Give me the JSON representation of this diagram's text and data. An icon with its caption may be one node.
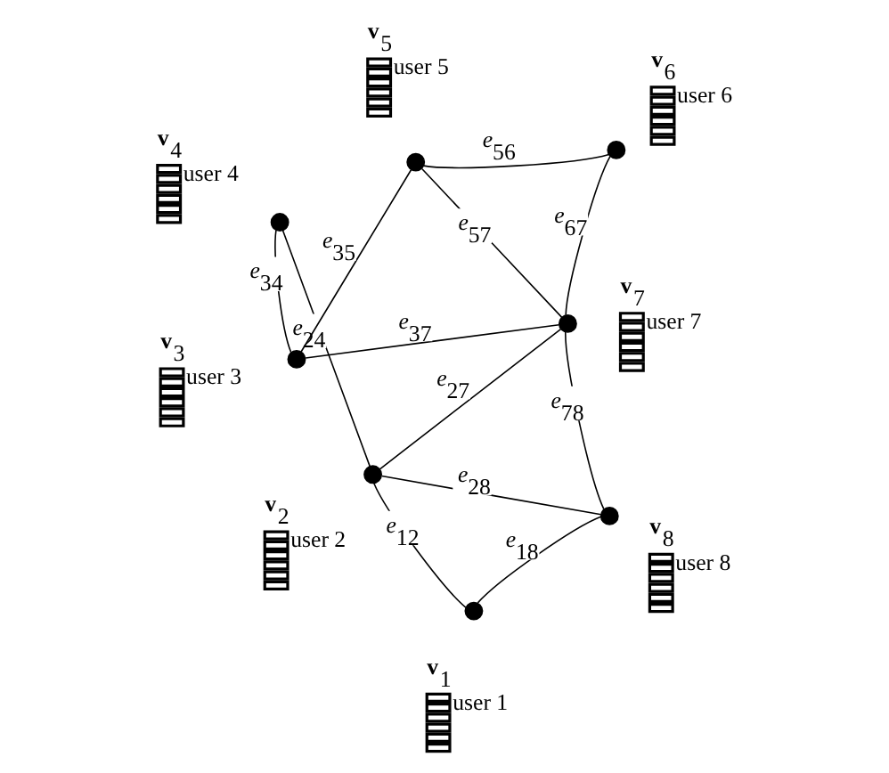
{
  "diagram": {
    "nodes": [
      {
        "text": [],
        "shape": "circle"
      },
      {
        "text": [],
        "shape": "circle"
      },
      {
        "text": [],
        "shape": "circle"
      },
      {
        "text": [],
        "shape": "circle"
      },
      {
        "text": [],
        "shape": "circle"
      },
      {
        "text": [],
        "shape": "circle"
      },
      {
        "text": [],
        "shape": "circle"
      },
      {
        "text": [],
        "shape": "circle"
      },
      {
        "text": [],
        "shape": "bar",
        "beside": [
          "**v**$_{1}$",
          "user 1"
        ]
      },
      {
        "text": [],
        "shape": "bar",
        "beside": [
          "**v**$_{2}$",
          "user 2"
        ]
      },
      {
        "text": [],
        "shape": "bar",
        "beside": [
          "**v**$_{3}$",
          "user 3"
        ]
      },
      {
        "text": [],
        "shape": "bar",
        "beside": [
          "**v**$_{4}$",
          "user 4"
        ]
      },
      {
        "text": [],
        "shape": "bar",
        "beside": [
          "**v**$_{5}$",
          "user 5"
        ]
      },
      {
        "text": [],
        "shape": "bar",
        "beside": [
          "**v**$_{6}$",
          "user 6"
        ]
      },
      {
        "text": [],
        "shape": "bar",
        "beside": [
          "**v**$_{7}$",
          "user 7"
        ]
      },
      {
        "text": [],
        "shape": "bar",
        "beside": [
          "**v**$_{8}$",
          "user 8"
        ]
      }
    ],
    "edges": [
      {
        "from": 0,
        "to": 1,
        "arrow": "none",
        "label": "*e*$_{12}$"
      },
      {
        "from": 0,
        "to": 7,
        "arrow": "none",
        "label": "*e*$_{18}$"
      },
      {
        "from": 1,
        "to": 7,
        "arrow": "none",
        "label": "*e*$_{28}$"
      },
      {
        "from": 1,
        "to": 3,
        "arrow": "none",
        "label": "*e*$_{24}$"
      },
      {
        "from": 1,
        "to": 6,
        "arrow": "none",
        "label": "*e*$_{27}$"
      },
      {
        "from": 2,
        "to": 3,
        "arrow": "none",
        "label": "*e*$_{34}$"
      },
      {
        "from": 2,
        "to": 6,
        "arrow": "none",
        "label": "*e*$_{37}$"
      },
      {
        "from": 2,
        "to": 4,
        "arrow": "none",
        "label": "*e*$_{35}$"
      },
      {
        "from": 7,
        "to": 6,
        "arrow": "none",
        "label": "*e*$_{78}$"
      },
      {
        "from": 6,
        "to": 4,
        "arrow": "none",
        "label": "*e*$_{57}$"
      },
      {
        "from": 6,
        "to": 5,
        "arrow": "none",
        "label": "*e*$_{67}$"
      },
      {
        "from": 5,
        "to": 4,
        "arrow": "none",
        "label": "*e*$_{56}$"
      }
    ]
  }
}
